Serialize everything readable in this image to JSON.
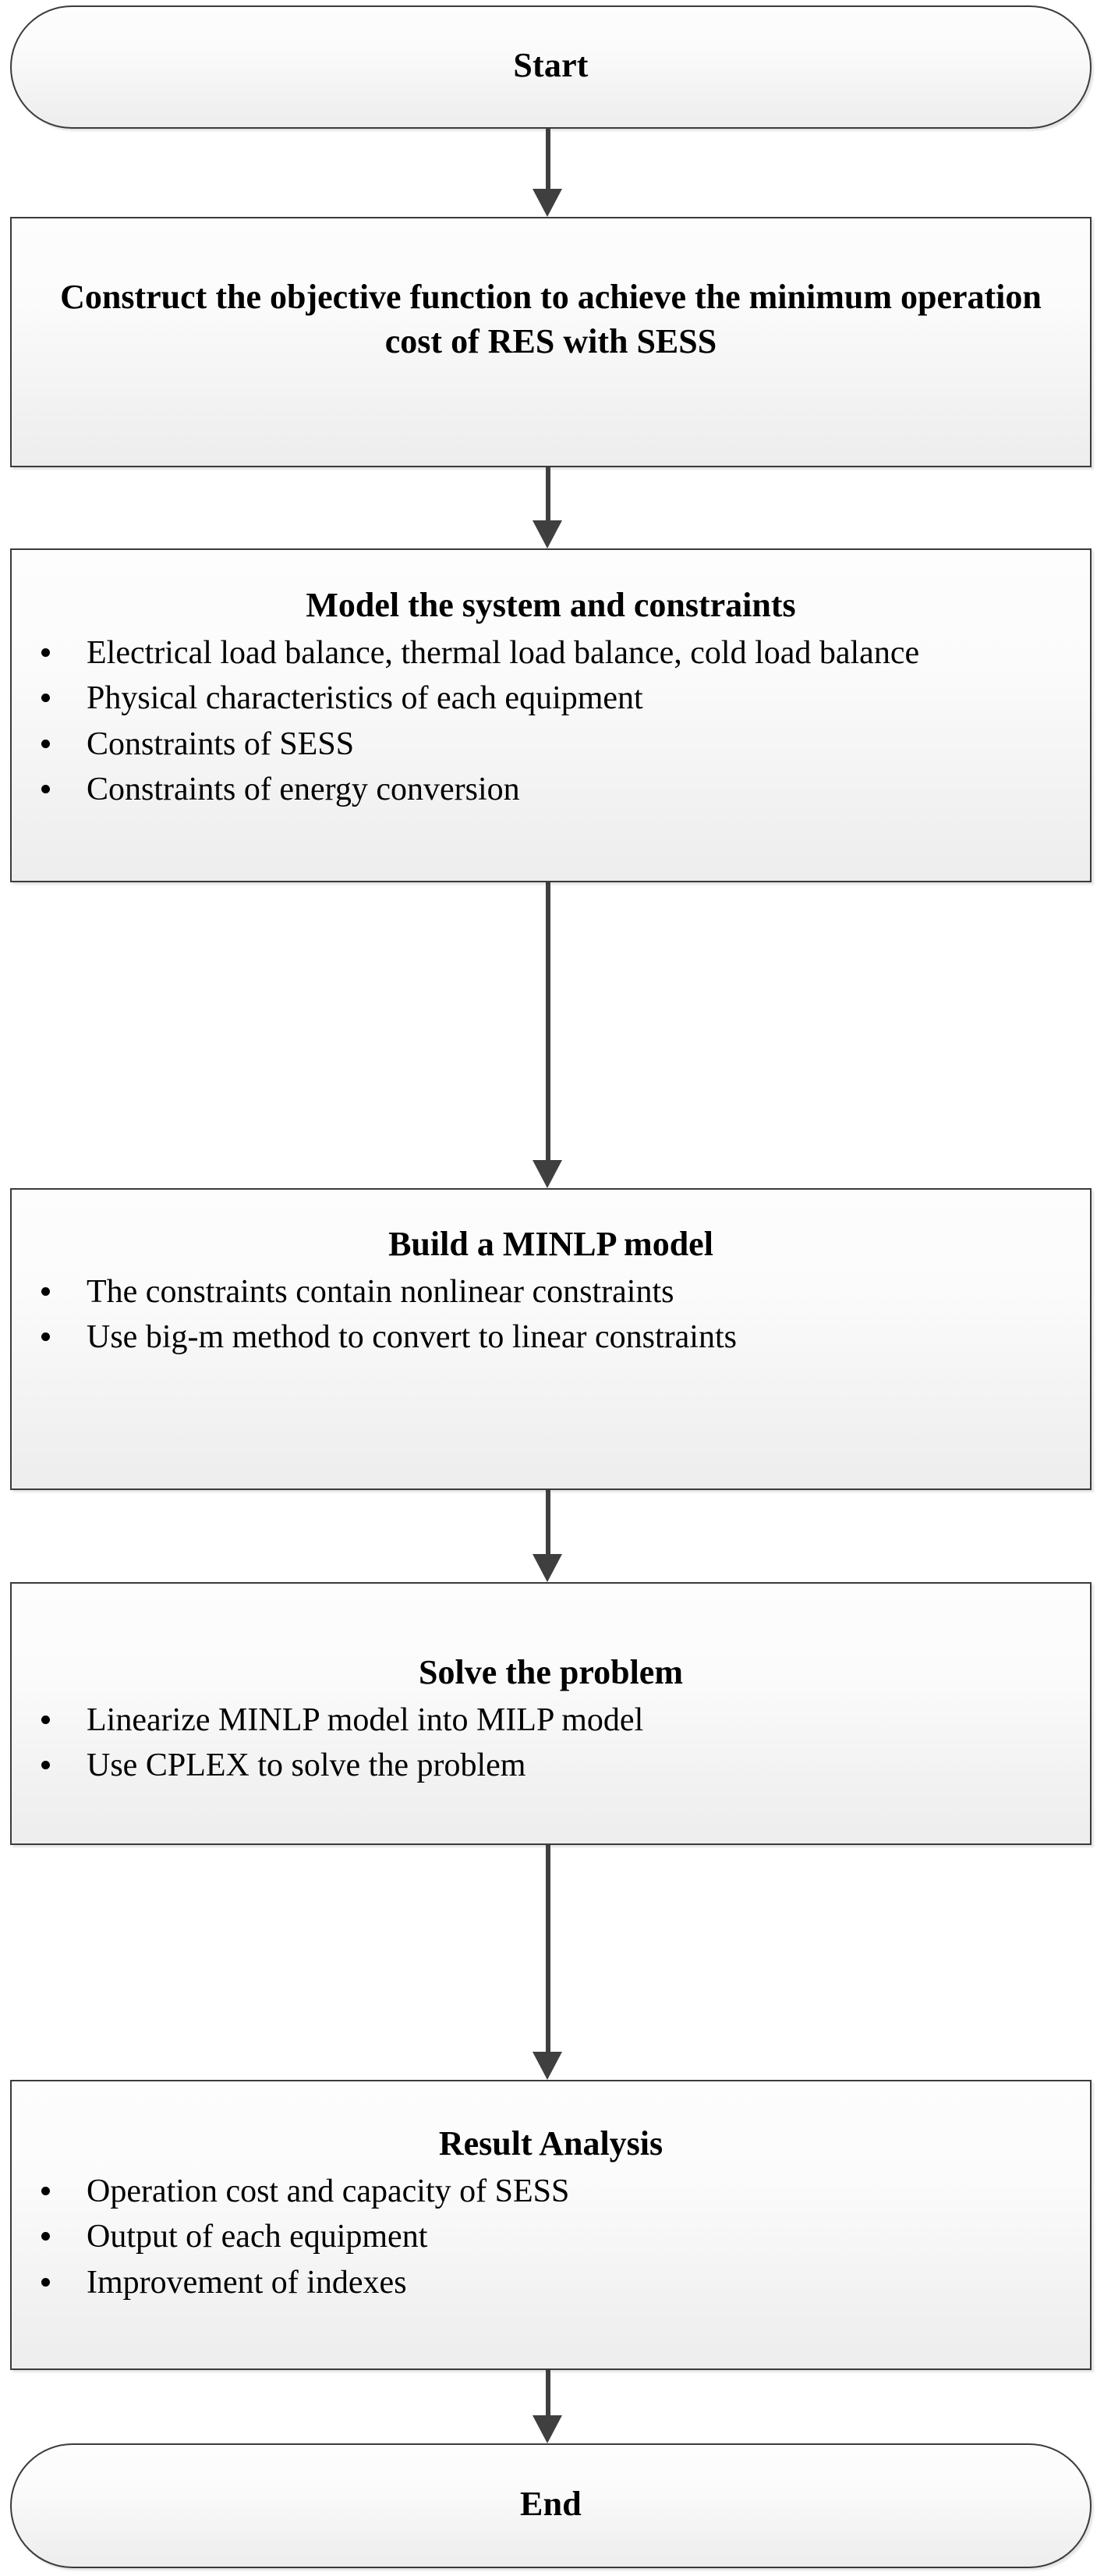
{
  "diagram": {
    "type": "flowchart",
    "orientation": "vertical",
    "accent_color": "#3f3f3f",
    "node_border_color": "#3b3b3b",
    "node_fill_top": "#fdfdfd",
    "node_fill_bottom": "#ededed",
    "text_color": "#000000",
    "nodes": [
      {
        "id": "start",
        "shape": "terminator",
        "title": "Start"
      },
      {
        "id": "objective",
        "shape": "process",
        "paragraph": "Construct the objective function to achieve the minimum operation cost of RES with SESS"
      },
      {
        "id": "model",
        "shape": "process",
        "heading": "Model the system and constraints",
        "bullets": [
          "Electrical load balance, thermal load balance, cold load balance",
          "Physical characteristics of each equipment",
          "Constraints of SESS",
          "Constraints of energy conversion"
        ]
      },
      {
        "id": "minlp",
        "shape": "process",
        "heading": "Build a MINLP model",
        "bullets": [
          "The constraints contain nonlinear constraints",
          "Use big-m method to convert to linear constraints"
        ]
      },
      {
        "id": "solve",
        "shape": "process",
        "heading": "Solve the problem",
        "bullets": [
          "Linearize MINLP model into MILP model",
          "Use CPLEX to solve the problem"
        ]
      },
      {
        "id": "result",
        "shape": "process",
        "heading": "Result Analysis",
        "bullets": [
          "Operation cost and capacity of SESS",
          "Output of each equipment",
          "Improvement of indexes"
        ]
      },
      {
        "id": "end",
        "shape": "terminator",
        "title": "End"
      }
    ],
    "edges": [
      {
        "from": "start",
        "to": "objective",
        "marker": "arrow-down"
      },
      {
        "from": "objective",
        "to": "model",
        "marker": "arrow-down"
      },
      {
        "from": "model",
        "to": "minlp",
        "marker": "arrow-down"
      },
      {
        "from": "minlp",
        "to": "solve",
        "marker": "arrow-down"
      },
      {
        "from": "solve",
        "to": "result",
        "marker": "arrow-down"
      },
      {
        "from": "result",
        "to": "end",
        "marker": "arrow-down"
      }
    ]
  }
}
